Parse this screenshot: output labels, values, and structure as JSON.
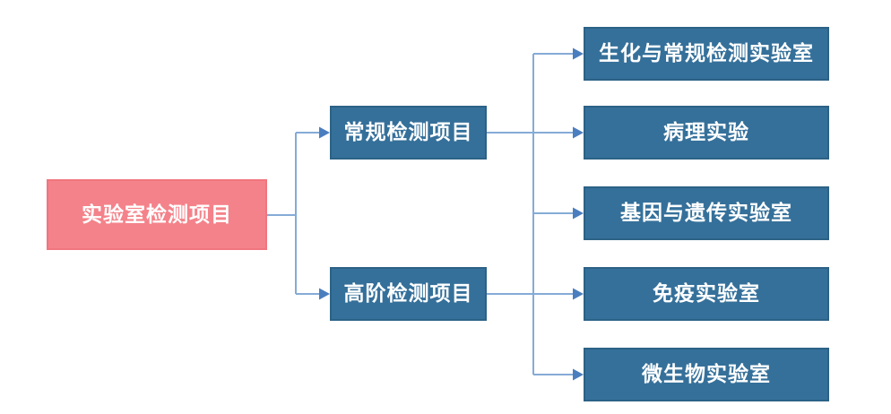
{
  "diagram": {
    "root": {
      "label": "实验室检测项目"
    },
    "level2": [
      {
        "label": "常规检测项目"
      },
      {
        "label": "高阶检测项目"
      }
    ],
    "level3": [
      {
        "label": "生化与常规检测实验室"
      },
      {
        "label": "病理实验"
      },
      {
        "label": "基因与遗传实验室"
      },
      {
        "label": "免疫实验室"
      },
      {
        "label": "微生物实验室"
      }
    ],
    "colors": {
      "root_fill": "#F4828A",
      "root_border": "#F0767F",
      "branch_fill": "#35709A",
      "branch_border": "#2C6286",
      "connector_line": "#85ABD6",
      "arrowhead": "#4B7EBE",
      "label_text": "#FFFFFF"
    }
  }
}
